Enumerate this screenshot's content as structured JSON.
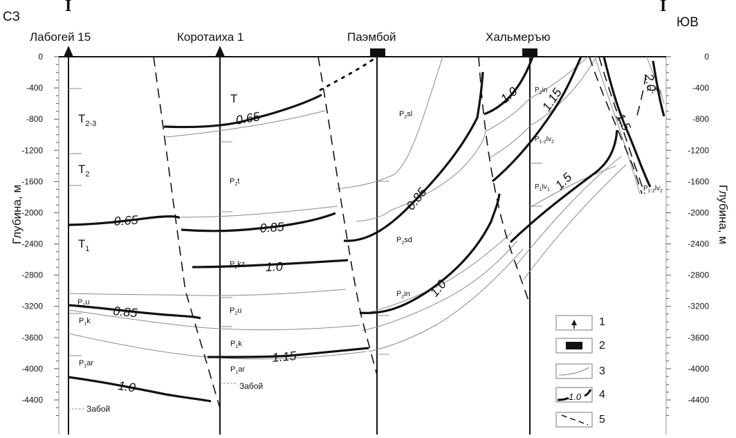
{
  "header": {
    "left_dir": "СЗ",
    "right_dir": "ЮВ",
    "roman_left": "I",
    "roman_right": "I"
  },
  "wells": [
    {
      "name": "Лабогей 15",
      "symbol": "triangle-icon"
    },
    {
      "name": "Коротаиха 1",
      "symbol": "triangle-icon"
    },
    {
      "name": "Паэмбой",
      "symbol": "rectangle-icon"
    },
    {
      "name": "Хальмеръю",
      "symbol": "rectangle-icon"
    }
  ],
  "axis": {
    "title": "Глубина, м",
    "ticks": [
      "0",
      "-400",
      "-800",
      "-1200",
      "-1600",
      "-2000",
      "-2400",
      "-2800",
      "-3200",
      "-3600",
      "-4000",
      "-4400"
    ]
  },
  "contour_labels": [
    "0.65",
    "0.65",
    "0.85",
    "0.85",
    "0.85",
    "1.0",
    "1.0",
    "1.0",
    "1.0",
    "1.15",
    "1.15",
    "1.5",
    "1.5",
    "2.0"
  ],
  "stratigraphy": [
    {
      "id": "T23",
      "base": "T",
      "sub": "2-3"
    },
    {
      "id": "T2",
      "base": "T",
      "sub": "2"
    },
    {
      "id": "T1",
      "base": "T",
      "sub": "1"
    },
    {
      "id": "P1u_l",
      "base": "P",
      "sub": "1",
      "post": "u"
    },
    {
      "id": "P1k_l",
      "base": "P",
      "sub": "1",
      "post": "k"
    },
    {
      "id": "P1ar_l",
      "base": "P",
      "sub": "1",
      "post": "ar"
    },
    {
      "id": "T_k",
      "base": "T",
      "sub": "",
      "post": ""
    },
    {
      "id": "P2t",
      "base": "P",
      "sub": "2",
      "post": "t"
    },
    {
      "id": "P2kz",
      "base": "P",
      "sub": "2",
      "post": "kz"
    },
    {
      "id": "P2u",
      "base": "P",
      "sub": "2",
      "post": "u"
    },
    {
      "id": "P1k_k",
      "base": "P",
      "sub": "1",
      "post": "k"
    },
    {
      "id": "P1ar_k",
      "base": "P",
      "sub": "1",
      "post": "ar"
    },
    {
      "id": "P2sl",
      "base": "P",
      "sub": "2",
      "post": "sl"
    },
    {
      "id": "P2sd",
      "base": "P",
      "sub": "2",
      "post": "sd"
    },
    {
      "id": "P2in_p",
      "base": "P",
      "sub": "2",
      "post": "in"
    },
    {
      "id": "P2in_h",
      "base": "P",
      "sub": "2",
      "post": "in"
    },
    {
      "id": "P12lv2_h",
      "base": "P",
      "sub": "1-2",
      "post": "lv",
      "sub2": "2"
    },
    {
      "id": "P1lv1_h",
      "base": "P",
      "sub": "1",
      "post": "lv",
      "sub2": "1"
    },
    {
      "id": "P1lv1_r",
      "base": "P",
      "sub": "1",
      "post": "lv",
      "sub2": "1"
    },
    {
      "id": "P12lv2_r",
      "base": "P",
      "sub": "1-2",
      "post": "lv",
      "sub2": "2"
    }
  ],
  "zaboi": [
    "Забой",
    "Забой"
  ],
  "legend": [
    {
      "num": "1",
      "meaning": "well-triangle-symbol"
    },
    {
      "num": "2",
      "meaning": "well-rectangle-symbol"
    },
    {
      "num": "3",
      "meaning": "thin-horizon-line"
    },
    {
      "num": "4",
      "meaning": "thick-contour-line",
      "sample_label": "1.0"
    },
    {
      "num": "5",
      "meaning": "dashed-fault-line"
    }
  ]
}
